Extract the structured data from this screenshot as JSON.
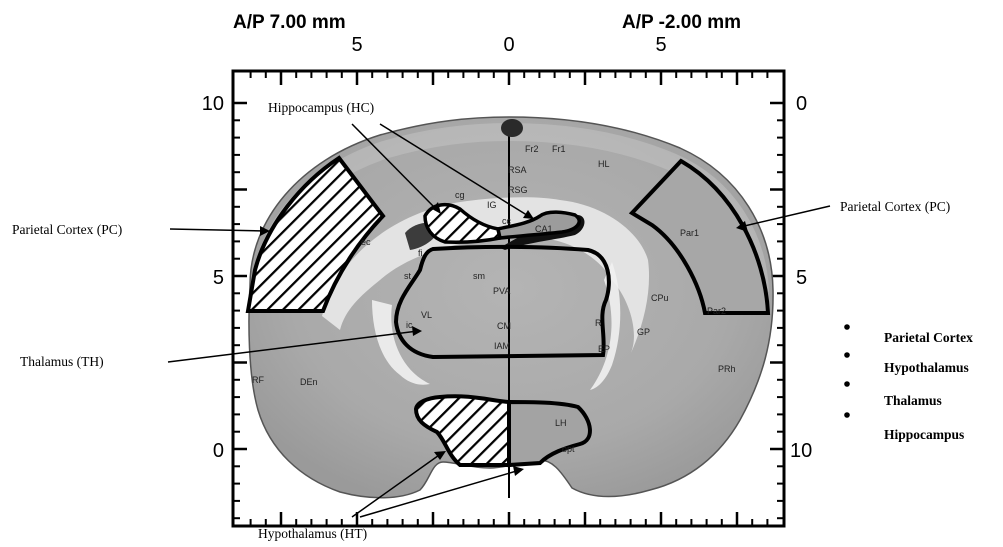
{
  "header": {
    "ap_left": "A/P 7.00 mm",
    "ap_right": "A/P -2.00 mm"
  },
  "axes": {
    "top_ticks": [
      "5",
      "0",
      "5"
    ],
    "left_ticks": [
      "10",
      "5",
      "0"
    ],
    "right_ticks": [
      "0",
      "5",
      "10"
    ]
  },
  "callouts": {
    "parietal_left": "Parietal Cortex (PC)",
    "parietal_right": "Parietal Cortex (PC)",
    "hippocampus": "Hippocampus (HC)",
    "thalamus": "Thalamus (TH)",
    "hypothalamus": "Hypothalamus (HT)"
  },
  "atlas_labels": {
    "fr2": "Fr2",
    "fr1": "Fr1",
    "hl": "HL",
    "rsa": "RSA",
    "rsg": "RSG",
    "cg": "cg",
    "ig": "IG",
    "cc": "cc",
    "ca1": "CA1",
    "ec": "ec",
    "fi": "fi",
    "st": "st",
    "sm": "sm",
    "pva": "PVA",
    "vl": "VL",
    "ic": "ic",
    "cm": "CM",
    "iam": "IAM",
    "rt": "R",
    "ep": "EP",
    "gp": "GP",
    "cpu": "CPu",
    "par1": "Par1",
    "par2": "Par2",
    "prh": "PRh",
    "rf": "RF",
    "den": "DEn",
    "lh": "LH",
    "opt": "opt"
  },
  "legend": {
    "items": [
      "Parietal Cortex",
      "Hypothalamus",
      "Thalamus",
      "Hippocampus"
    ]
  }
}
